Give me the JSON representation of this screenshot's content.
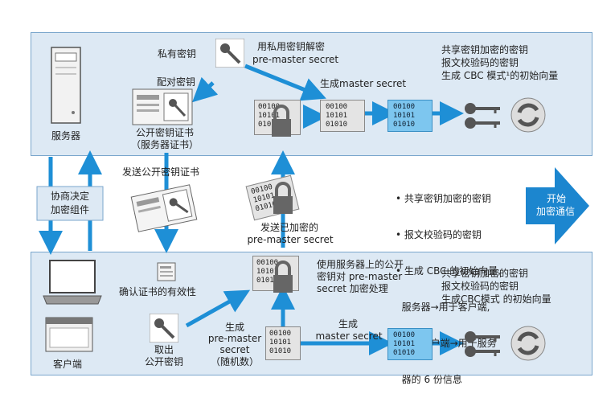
{
  "top": {
    "server_label": "服务器",
    "private_key_label": "私有密钥",
    "decrypt_line1": "用私用密钥解密",
    "decrypt_line2": "pre-master secret",
    "pair_key_label": "配对密钥",
    "cert_line1": "公开密钥证书",
    "cert_line2": "（服务器证书）",
    "gen_master": "生成master secret",
    "keys_line1": "共享密钥加密的密钥",
    "keys_line2": "报文校验码的密钥",
    "keys_line3": "生成 CBC 模式¹的初始向量",
    "cipher_text": [
      "00100",
      "10101",
      "01010"
    ]
  },
  "middle": {
    "negotiate_line1": "协商决定",
    "negotiate_line2": "加密组件",
    "send_cert": "发送公开密钥证书",
    "send_encrypted_line1": "发送已加密的",
    "send_encrypted_line2": "pre-master secret",
    "bullets": [
      "• 共享密钥加密的密钥",
      "• 报文校验码的密钥",
      "• 生成 CBC 的初始向量,",
      "  服务器→用于客户端,",
      "  以及客户端→用于服务",
      "  器的 6 份信息"
    ],
    "start_line1": "开始",
    "start_line2": "加密通信"
  },
  "bottom": {
    "client_label": "客户端",
    "verify_cert": "确认证书的有效性",
    "take_key_line1": "取出",
    "take_key_line2": "公开密钥",
    "gen_pre_line1": "生成",
    "gen_pre_line2": "pre-master",
    "gen_pre_line3": "secret",
    "gen_pre_line4": "（随机数）",
    "encrypt_line1": "使用服务器上的公开",
    "encrypt_line2": "密钥对 pre-master",
    "encrypt_line3": "secret 加密处理",
    "gen_master_line1": "生成",
    "gen_master_line2": "master secret",
    "keys_line1": "共享密钥加密的密钥",
    "keys_line2": "报文校验码的密钥",
    "keys_line3": "生成CBC模式 的初始向量",
    "cipher_text": [
      "00100",
      "10101",
      "01010"
    ]
  },
  "colors": {
    "arrow": "#1e8fd6",
    "panel_bg": "#dde9f4",
    "panel_border": "#7aa6cc",
    "big_arrow": "#1c86cf"
  },
  "icons": [
    "server-icon",
    "key-icon",
    "certificate-icon",
    "lock-icon",
    "cipher-block-icon",
    "refresh-icon",
    "laptop-icon",
    "browser-window-icon",
    "document-icon"
  ]
}
